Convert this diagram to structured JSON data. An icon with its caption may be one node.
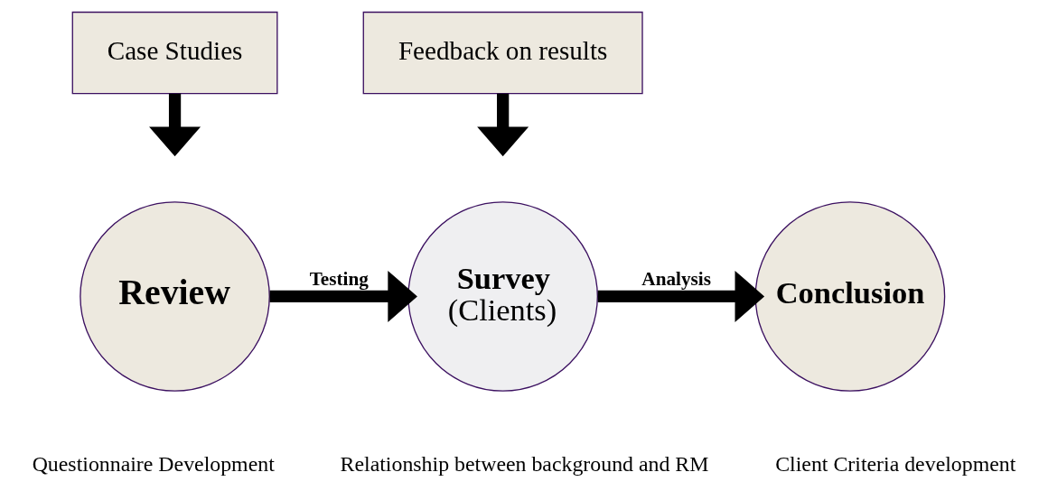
{
  "diagram": {
    "nodes": [
      {
        "text": [
          "Review"
        ]
      },
      {
        "text": [
          "Case Studies"
        ]
      },
      {
        "text": [
          "Survey",
          "(Clients)"
        ],
        "beside": [
          "Relationship between background and RM"
        ]
      },
      {
        "text": [
          "Feedback on results"
        ]
      },
      {
        "text": [
          "Conclusion"
        ],
        "beside": [
          "Client Criteria development"
        ]
      }
    ],
    "edges": [
      {
        "from": 0,
        "to": 2,
        "arrow": "to",
        "label": "Testing"
      },
      {
        "from": 1,
        "to": null,
        "arrow": "to"
      },
      {
        "from": 2,
        "to": 4,
        "arrow": "to",
        "label": "Analysis"
      },
      {
        "from": 3,
        "to": null,
        "arrow": "to"
      }
    ],
    "labels": [
      "Questionnaire Development"
    ]
  }
}
